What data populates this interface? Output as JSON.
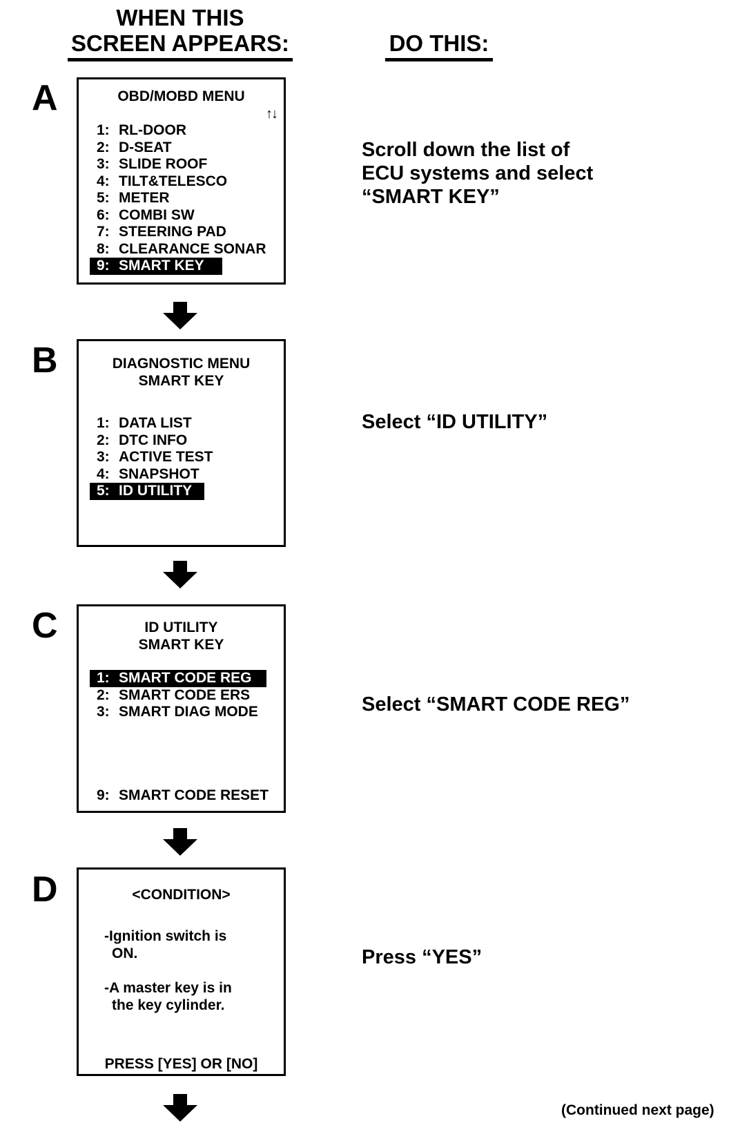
{
  "header": {
    "left_line1": "WHEN THIS",
    "left_line2": "SCREEN APPEARS:",
    "right": "DO THIS:"
  },
  "steps": [
    {
      "letter": "A",
      "screen_title": "OBD/MOBD MENU",
      "scroll_icon": "↑↓",
      "items": [
        {
          "num": "1:",
          "label": "RL-DOOR"
        },
        {
          "num": "2:",
          "label": "D-SEAT"
        },
        {
          "num": "3:",
          "label": "SLIDE ROOF"
        },
        {
          "num": "4:",
          "label": "TILT&TELESCO"
        },
        {
          "num": "5:",
          "label": "METER"
        },
        {
          "num": "6:",
          "label": "COMBI SW"
        },
        {
          "num": "7:",
          "label": "STEERING PAD"
        },
        {
          "num": "8:",
          "label": "CLEARANCE SONAR"
        },
        {
          "num": "9:",
          "label": "SMART KEY"
        }
      ],
      "highlighted_item": "SMART KEY",
      "instruction": [
        "Scroll down the list of",
        "ECU systems and select",
        "“SMART KEY”"
      ]
    },
    {
      "letter": "B",
      "screen_title_1": "DIAGNOSTIC MENU",
      "screen_title_2": "SMART KEY",
      "items": [
        {
          "num": "1:",
          "label": "DATA LIST"
        },
        {
          "num": "2:",
          "label": "DTC INFO"
        },
        {
          "num": "3:",
          "label": "ACTIVE TEST"
        },
        {
          "num": "4:",
          "label": "SNAPSHOT"
        },
        {
          "num": "5:",
          "label": "ID UTILITY"
        }
      ],
      "highlighted_item": "ID UTILITY",
      "instruction": [
        "Select “ID UTILITY”"
      ]
    },
    {
      "letter": "C",
      "screen_title_1": "ID UTILITY",
      "screen_title_2": "SMART KEY",
      "items": [
        {
          "num": "1:",
          "label": "SMART CODE REG"
        },
        {
          "num": "2:",
          "label": "SMART CODE ERS"
        },
        {
          "num": "3:",
          "label": "SMART DIAG MODE"
        }
      ],
      "bottom_item": {
        "num": "9:",
        "label": "SMART CODE RESET"
      },
      "highlighted_item": "SMART CODE REG",
      "instruction": [
        "Select “SMART CODE REG”"
      ]
    },
    {
      "letter": "D",
      "screen_title": "<CONDITION>",
      "condition_1": [
        "-Ignition switch is",
        "ON."
      ],
      "condition_2": [
        "-A master key is in",
        "the key cylinder."
      ],
      "prompt": "PRESS [YES] OR [NO]",
      "instruction": [
        "Press “YES”"
      ]
    }
  ],
  "footer_note": "(Continued next page)"
}
